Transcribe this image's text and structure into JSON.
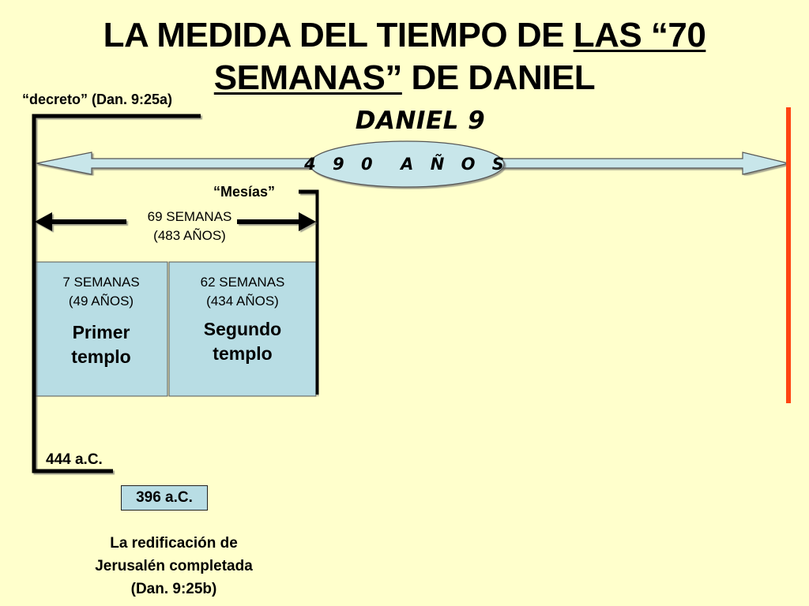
{
  "title": {
    "part1": "LA MEDIDA DEL TIEMPO DE ",
    "underlined1": "LAS “70",
    "underlined2": "SEMANAS”",
    "part2": " DE DANIEL"
  },
  "subtitle": "DANIEL 9",
  "labels": {
    "decreto": "“decreto” (Dan. 9:25a)",
    "mesias": "“Mesías”",
    "total_years": "4 9 0  A Ñ O S",
    "weeks69_line1": "69 SEMANAS",
    "weeks69_line2": "(483 AÑOS)"
  },
  "periods": [
    {
      "weeks": "7 SEMANAS",
      "years": "(49 AÑOS)",
      "temple_line1": "Primer",
      "temple_line2": "templo"
    },
    {
      "weeks": "62 SEMANAS",
      "years": "(434 AÑOS)",
      "temple_line1": "Segundo",
      "temple_line2": "templo"
    }
  ],
  "dates": {
    "start": "444 a.C.",
    "completion": "396 a.C."
  },
  "caption": {
    "line1": "La redificación de",
    "line2": "Jerusalén completada",
    "line3": "(Dan. 9:25b)"
  },
  "colors": {
    "background": "#ffffcc",
    "arrow_fill": "#c8e6ea",
    "box_fill": "#b8dde4",
    "end_marker": "#ff4411",
    "line": "#000000"
  }
}
